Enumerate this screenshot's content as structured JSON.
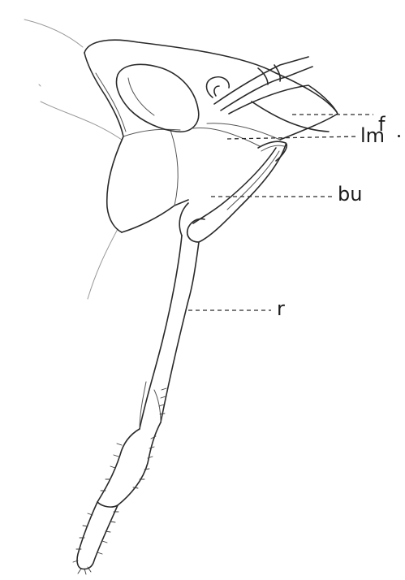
{
  "figure": {
    "labels": {
      "f": "f",
      "lm": "lm",
      "bu": "bu",
      "r": "r"
    },
    "ink_color": "#2a2a2a",
    "background_color": "#ffffff"
  }
}
